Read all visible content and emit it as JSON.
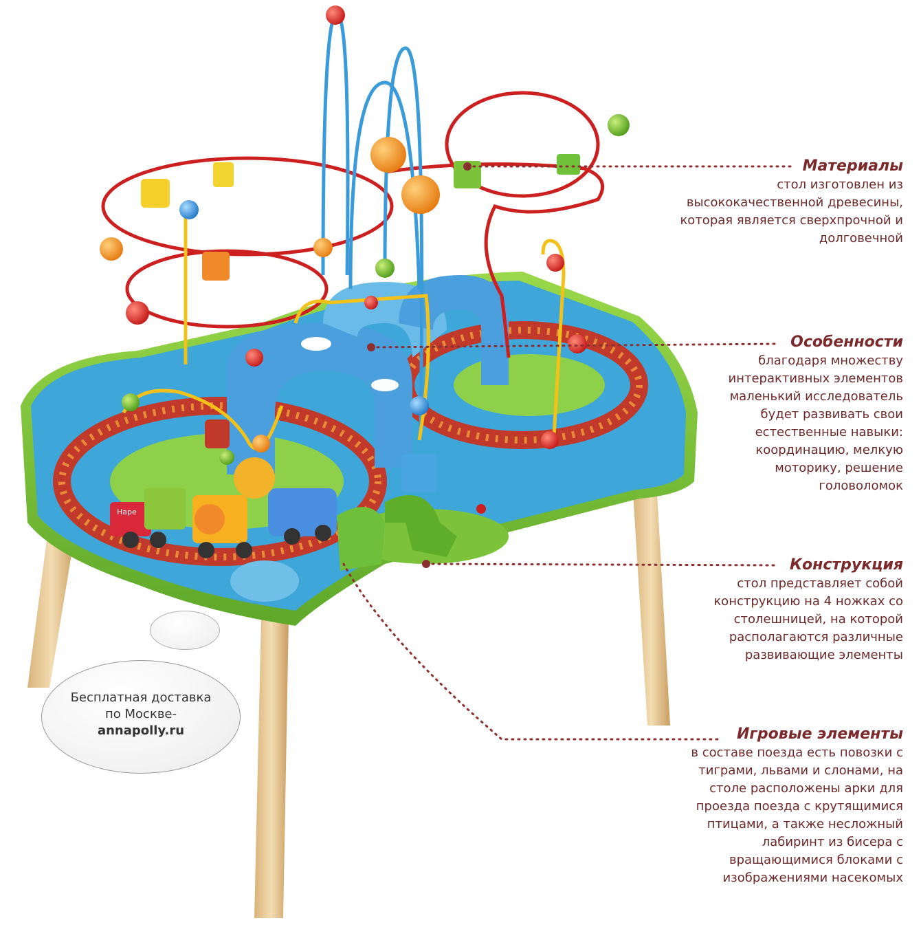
{
  "callouts": {
    "materials": {
      "title": "Материалы",
      "body": "стол изготовлен из\nвысококачественной древесины,\nкоторая является сверхпрочной и\nдолговечной"
    },
    "features": {
      "title": "Особенности",
      "body": "благодаря множеству\nинтерактивных элементов\nмаленький исследователь\nбудет развивать свои\nестественные навыки:\nкоординацию, мелкую\nмоторику, решение\nголоволомок"
    },
    "construction": {
      "title": "Конструкция",
      "body": "стол представляет собой\nконструкцию на 4 ножках со\nстолешницей, на которой\nрасполагаются различные\nразвивающие элементы"
    },
    "play": {
      "title": "Игровые элементы",
      "body": "в составе поезда есть повозки с\nтиграми, львами и слонами, на\nстоле расположены арки для\nпроезда поезда с крутящимися\nптицами, а также несложный\nлабиринт из бисера с\nвращающимися блоками с\nизображениями насекомых"
    }
  },
  "delivery": {
    "line1": "Бесплатная доставка",
    "line2": "по Москве-",
    "site": "annapolly.ru"
  },
  "product": {
    "brand_on_train": "Hape"
  },
  "colors": {
    "callout_text": "#7a2a2a",
    "dotted_line": "#8a3030",
    "table_green": "#7cc23a",
    "table_blue": "#3ea6d8",
    "wire_red": "#cc2020",
    "wire_blue": "#3b9ad8",
    "leg_wood": "#e8cfa0"
  }
}
